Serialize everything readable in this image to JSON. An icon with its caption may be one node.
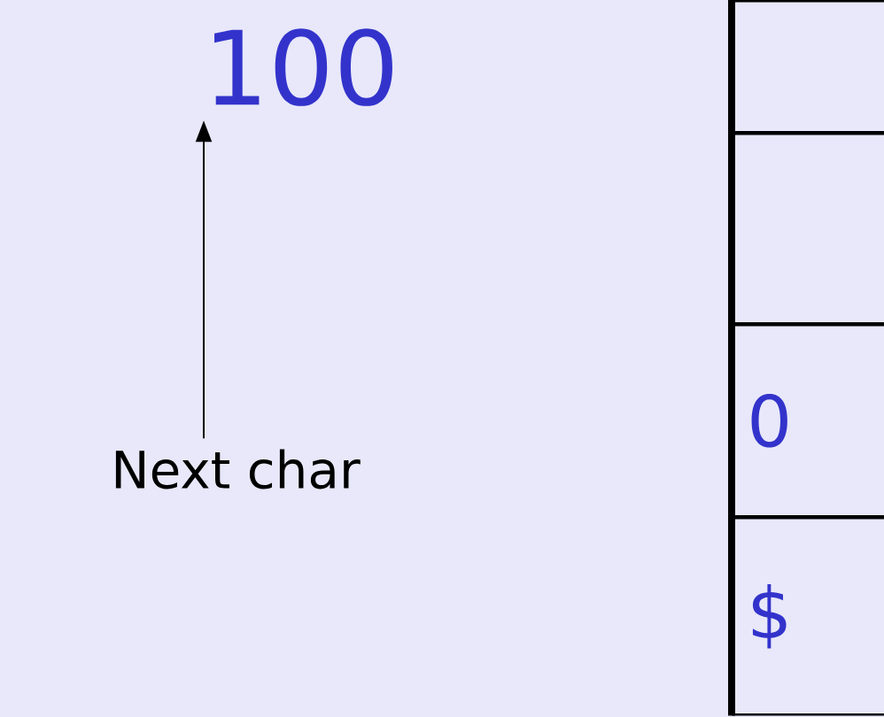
{
  "diagram": {
    "nodes": [
      {
        "text": [
          "100"
        ]
      },
      {
        "text": [
          "Next char"
        ]
      },
      {
        "text": [],
        "shape": "box"
      },
      {
        "text": [],
        "shape": "box"
      },
      {
        "text": [
          "0"
        ]
      },
      {
        "text": [
          "$"
        ]
      }
    ],
    "edges": [
      {
        "from": 1,
        "to": 0,
        "arrow": "to"
      }
    ]
  }
}
